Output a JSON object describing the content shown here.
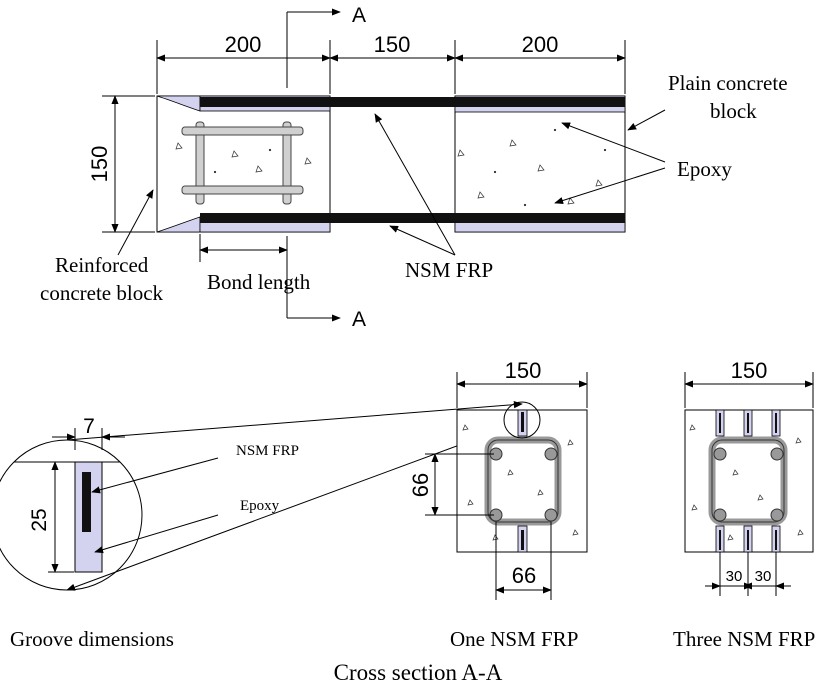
{
  "dims": {
    "left_len": "200",
    "mid_len": "150",
    "right_len": "200",
    "height": "150",
    "groove_width": "7",
    "groove_depth": "25",
    "one_width": "150",
    "one_bar_v": "66",
    "one_bar_h": "66",
    "three_width": "150",
    "three_gap_1": "30",
    "three_gap_2": "30"
  },
  "labels": {
    "section_mark": "A",
    "plain_block": [
      "Plain concrete",
      "block"
    ],
    "epoxy": "Epoxy",
    "reinforced_block": [
      "Reinforced",
      "concrete block"
    ],
    "bond_length": "Bond length",
    "nsm_frp": "NSM FRP",
    "groove_nsm": "NSM FRP",
    "groove_epoxy": "Epoxy",
    "groove_caption": "Groove dimensions",
    "one_caption": "One NSM FRP",
    "three_caption": "Three NSM FRP",
    "main_caption": "Cross section A-A"
  },
  "colors": {
    "line": "#000000",
    "epoxy": "#d3d3ef",
    "concrete": "#ffffff",
    "rebar": "#d0d0d0",
    "rebar_edge": "#555555",
    "frp": "#111111"
  }
}
